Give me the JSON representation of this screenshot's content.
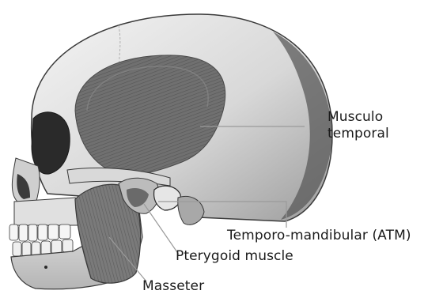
{
  "labels": {
    "temporal_line1": "Musculo",
    "temporal_line2": "temporal",
    "atm": "Temporo-mandibular (ATM)",
    "pterygoid": "Pterygoid muscle",
    "masseter": "Masseter"
  },
  "colors": {
    "bone": "#e4e4e4",
    "bone_shadow": "#8a8a8a",
    "muscle": "#6f6f6f",
    "leader_line": "#9a9a9a",
    "text": "#1a1a1a"
  }
}
